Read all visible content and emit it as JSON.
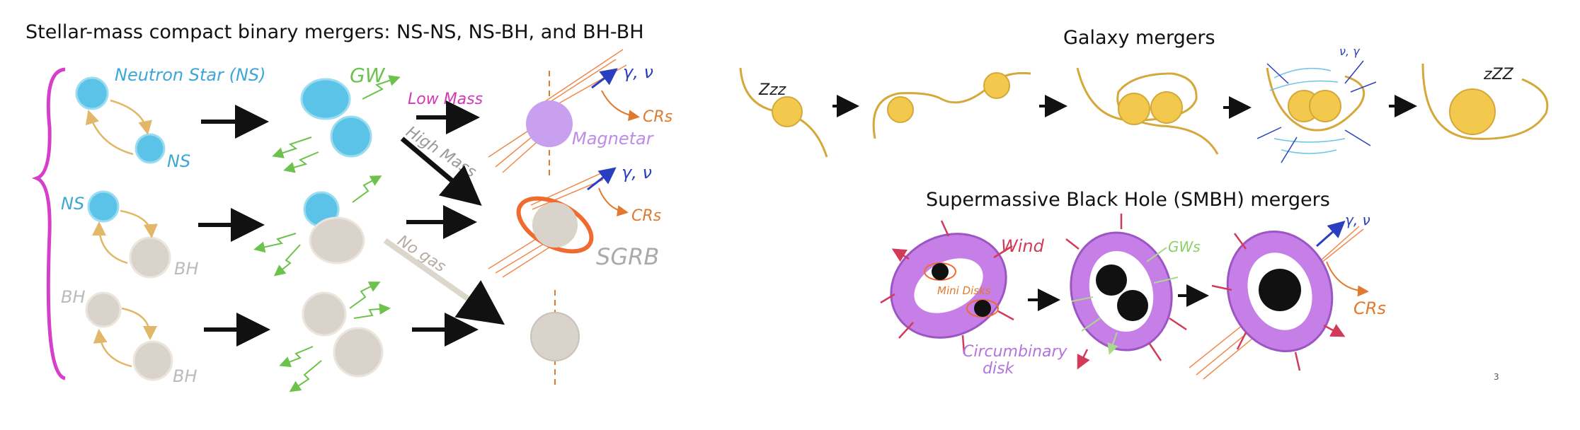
{
  "stellar": {
    "title": "Stellar-mass compact binary mergers: NS-NS, NS-BH, and BH-BH",
    "labels": {
      "neutron_star": "Neutron Star (NS)",
      "ns_a": "NS",
      "ns_b": "NS",
      "bh_a": "BH",
      "bh_b": "BH",
      "bh_c": "BH",
      "gw": "GW",
      "low_mass": "Low Mass",
      "high_mass": "High Mass",
      "no_gas": "No gas",
      "magnetar": "Magnetar",
      "sgrb": "SGRB",
      "gamma_nu_1": "γ, ν",
      "gamma_nu_2": "γ, ν",
      "crs_1": "CRs",
      "crs_2": "CRs"
    }
  },
  "galaxy": {
    "title": "Galaxy mergers",
    "labels": {
      "zzz_start": "Zzz",
      "zzz_end": "zZZ",
      "gamma_nu": "ν, γ"
    }
  },
  "smbh": {
    "title": "Supermassive Black Hole (SMBH) mergers",
    "labels": {
      "wind": "Wind",
      "mini_disks": "Mini Disks",
      "circumbinary": "Circumbinary",
      "disk": "disk",
      "gws": "GWs",
      "gamma_nu": "γ, ν",
      "crs": "CRs"
    }
  },
  "page_number": "3",
  "colors": {
    "ns_blue": "#5bc3e8",
    "bh_gray": "#d9d3cb",
    "magnetar_purple": "#c9a0f0",
    "disk_purple": "#c77fe8",
    "galaxy_yellow": "#f2c94c",
    "brace_magenta": "#d63fc9",
    "gw_green": "#6cc24a",
    "cr_orange": "#e07a2f",
    "jet_orange": "#f08a4b",
    "gamma_blue": "#2a3fbf",
    "wind_red": "#d23a5a"
  }
}
